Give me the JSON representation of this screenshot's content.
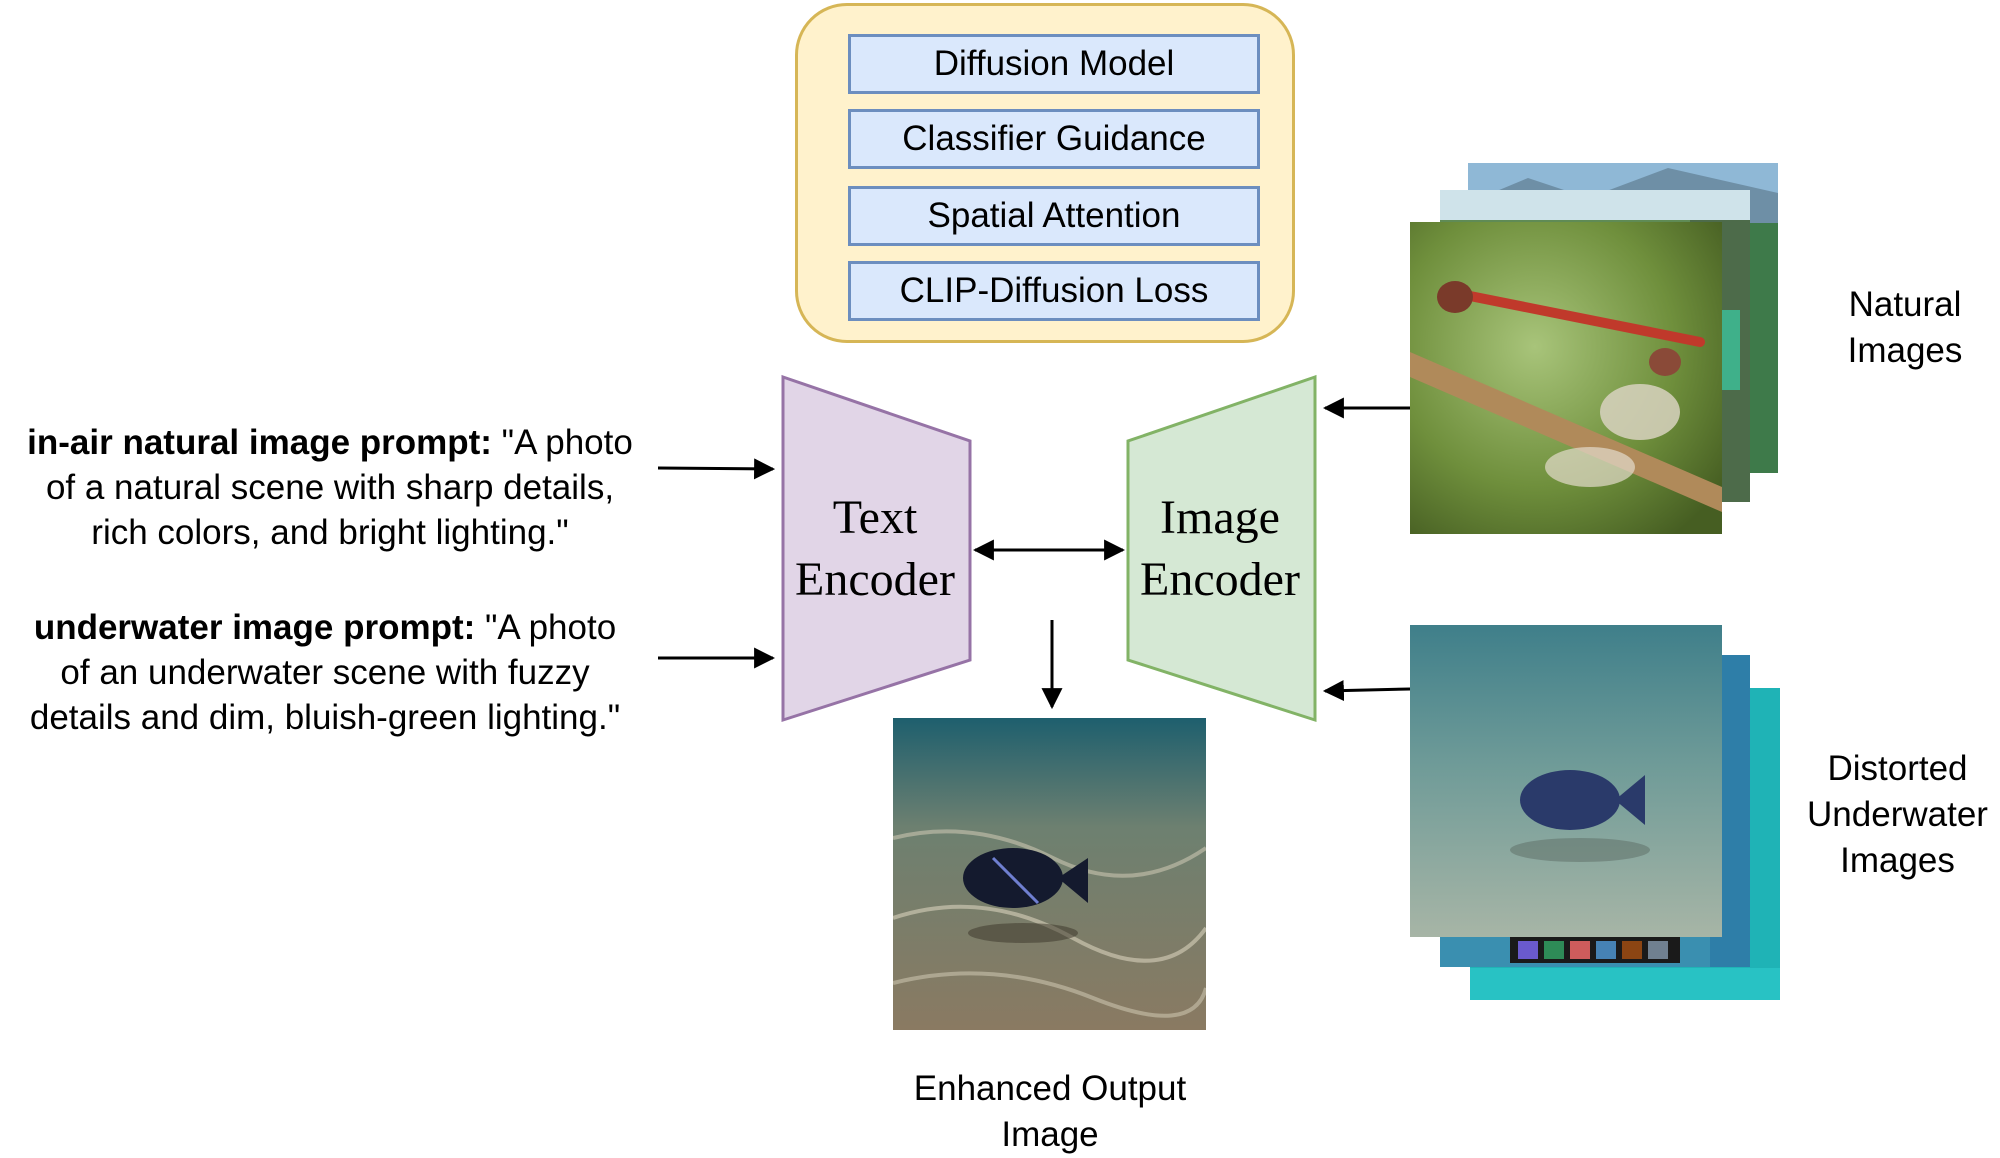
{
  "modules": {
    "items": [
      "Diffusion Model",
      "Classifier Guidance",
      "Spatial Attention",
      "CLIP-Diffusion Loss"
    ]
  },
  "prompts": {
    "in_air": {
      "label": "in-air natural image prompt:",
      "line1_rest": " \"A photo",
      "line2": "of a natural scene with sharp details,",
      "line3": "rich colors, and bright lighting.\""
    },
    "underwater": {
      "label": "underwater image prompt:",
      "line1_rest": " \"A photo",
      "line2": "of an underwater scene with fuzzy",
      "line3": "details and dim, bluish-green lighting.\""
    }
  },
  "encoders": {
    "text": {
      "line1": "Text",
      "line2": "Encoder"
    },
    "image": {
      "line1": "Image",
      "line2": "Encoder"
    }
  },
  "labels": {
    "natural": {
      "line1": "Natural",
      "line2": "Images"
    },
    "distorted": {
      "line1": "Distorted",
      "line2": "Underwater",
      "line3": "Images"
    },
    "enhanced": {
      "line1": "Enhanced Output",
      "line2": "Image"
    }
  },
  "colors": {
    "module_fill": "#fff2cc",
    "module_border": "#d6b656",
    "item_fill": "#dae8fc",
    "item_border": "#6c8ebf",
    "text_encoder_fill": "#e1d5e7",
    "text_encoder_border": "#9673a6",
    "image_encoder_fill": "#d5e8d4",
    "image_encoder_border": "#82b366"
  }
}
